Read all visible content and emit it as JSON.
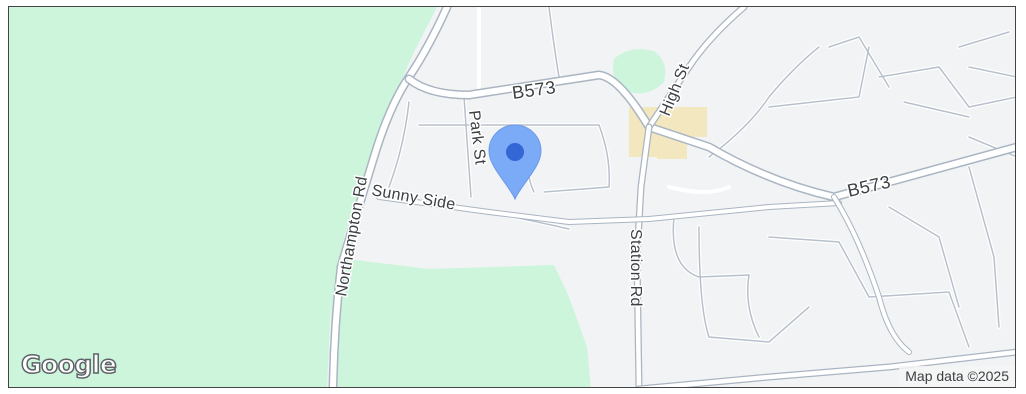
{
  "map": {
    "labels": {
      "northampton_rd": "Northampton Rd",
      "b573_west": "B573",
      "b573_east": "B573",
      "park_st": "Park St",
      "high_st": "High St",
      "sunny_side": "Sunny Side",
      "station_rd": "Station Rd"
    },
    "logo": "Google",
    "attribution": "Map data ©2025",
    "pin": {
      "icon": "map-pin-icon",
      "color": "#7baaf7",
      "dot_color": "#3367d6"
    },
    "colors": {
      "land": "#f1f3f4",
      "park": "#cdf5dc",
      "road": "#ffffff",
      "road_casing": "#aab5c2",
      "building": "#f3e7c0"
    }
  }
}
